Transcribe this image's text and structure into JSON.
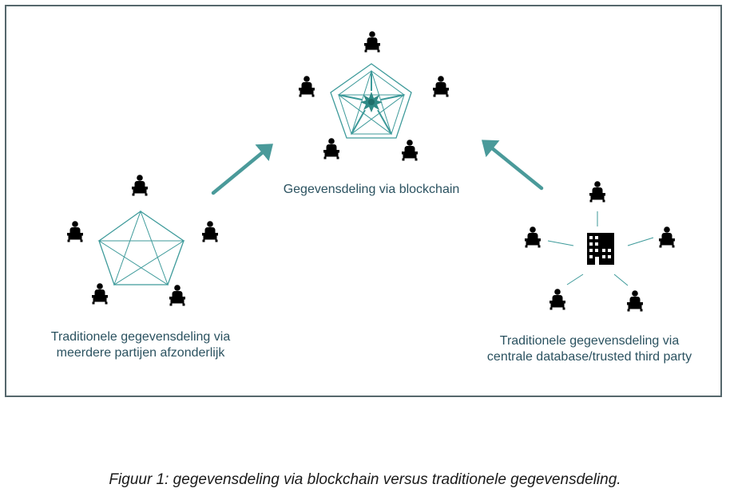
{
  "figure": {
    "labels": {
      "blockchain": "Gegevensdeling via blockchain",
      "separate_line1": "Traditionele gegevensdeling via",
      "separate_line2": "meerdere partijen afzonderlijk",
      "central_line1": "Traditionele gegevensdeling via",
      "central_line2": "centrale database/trusted third party"
    },
    "caption": "Figuur 1: gegevensdeling via blockchain versus traditionele gegevensdeling.",
    "colors": {
      "frame": "#55676c",
      "network": "#3d9a9a",
      "arrow": "#4a9a9a",
      "label_text": "#2b5260",
      "icon": "#000000"
    },
    "icons": {
      "participant": "person-at-desk-icon",
      "central_party": "office-building-icon",
      "blockchain_core": "star-burst-icon"
    }
  }
}
